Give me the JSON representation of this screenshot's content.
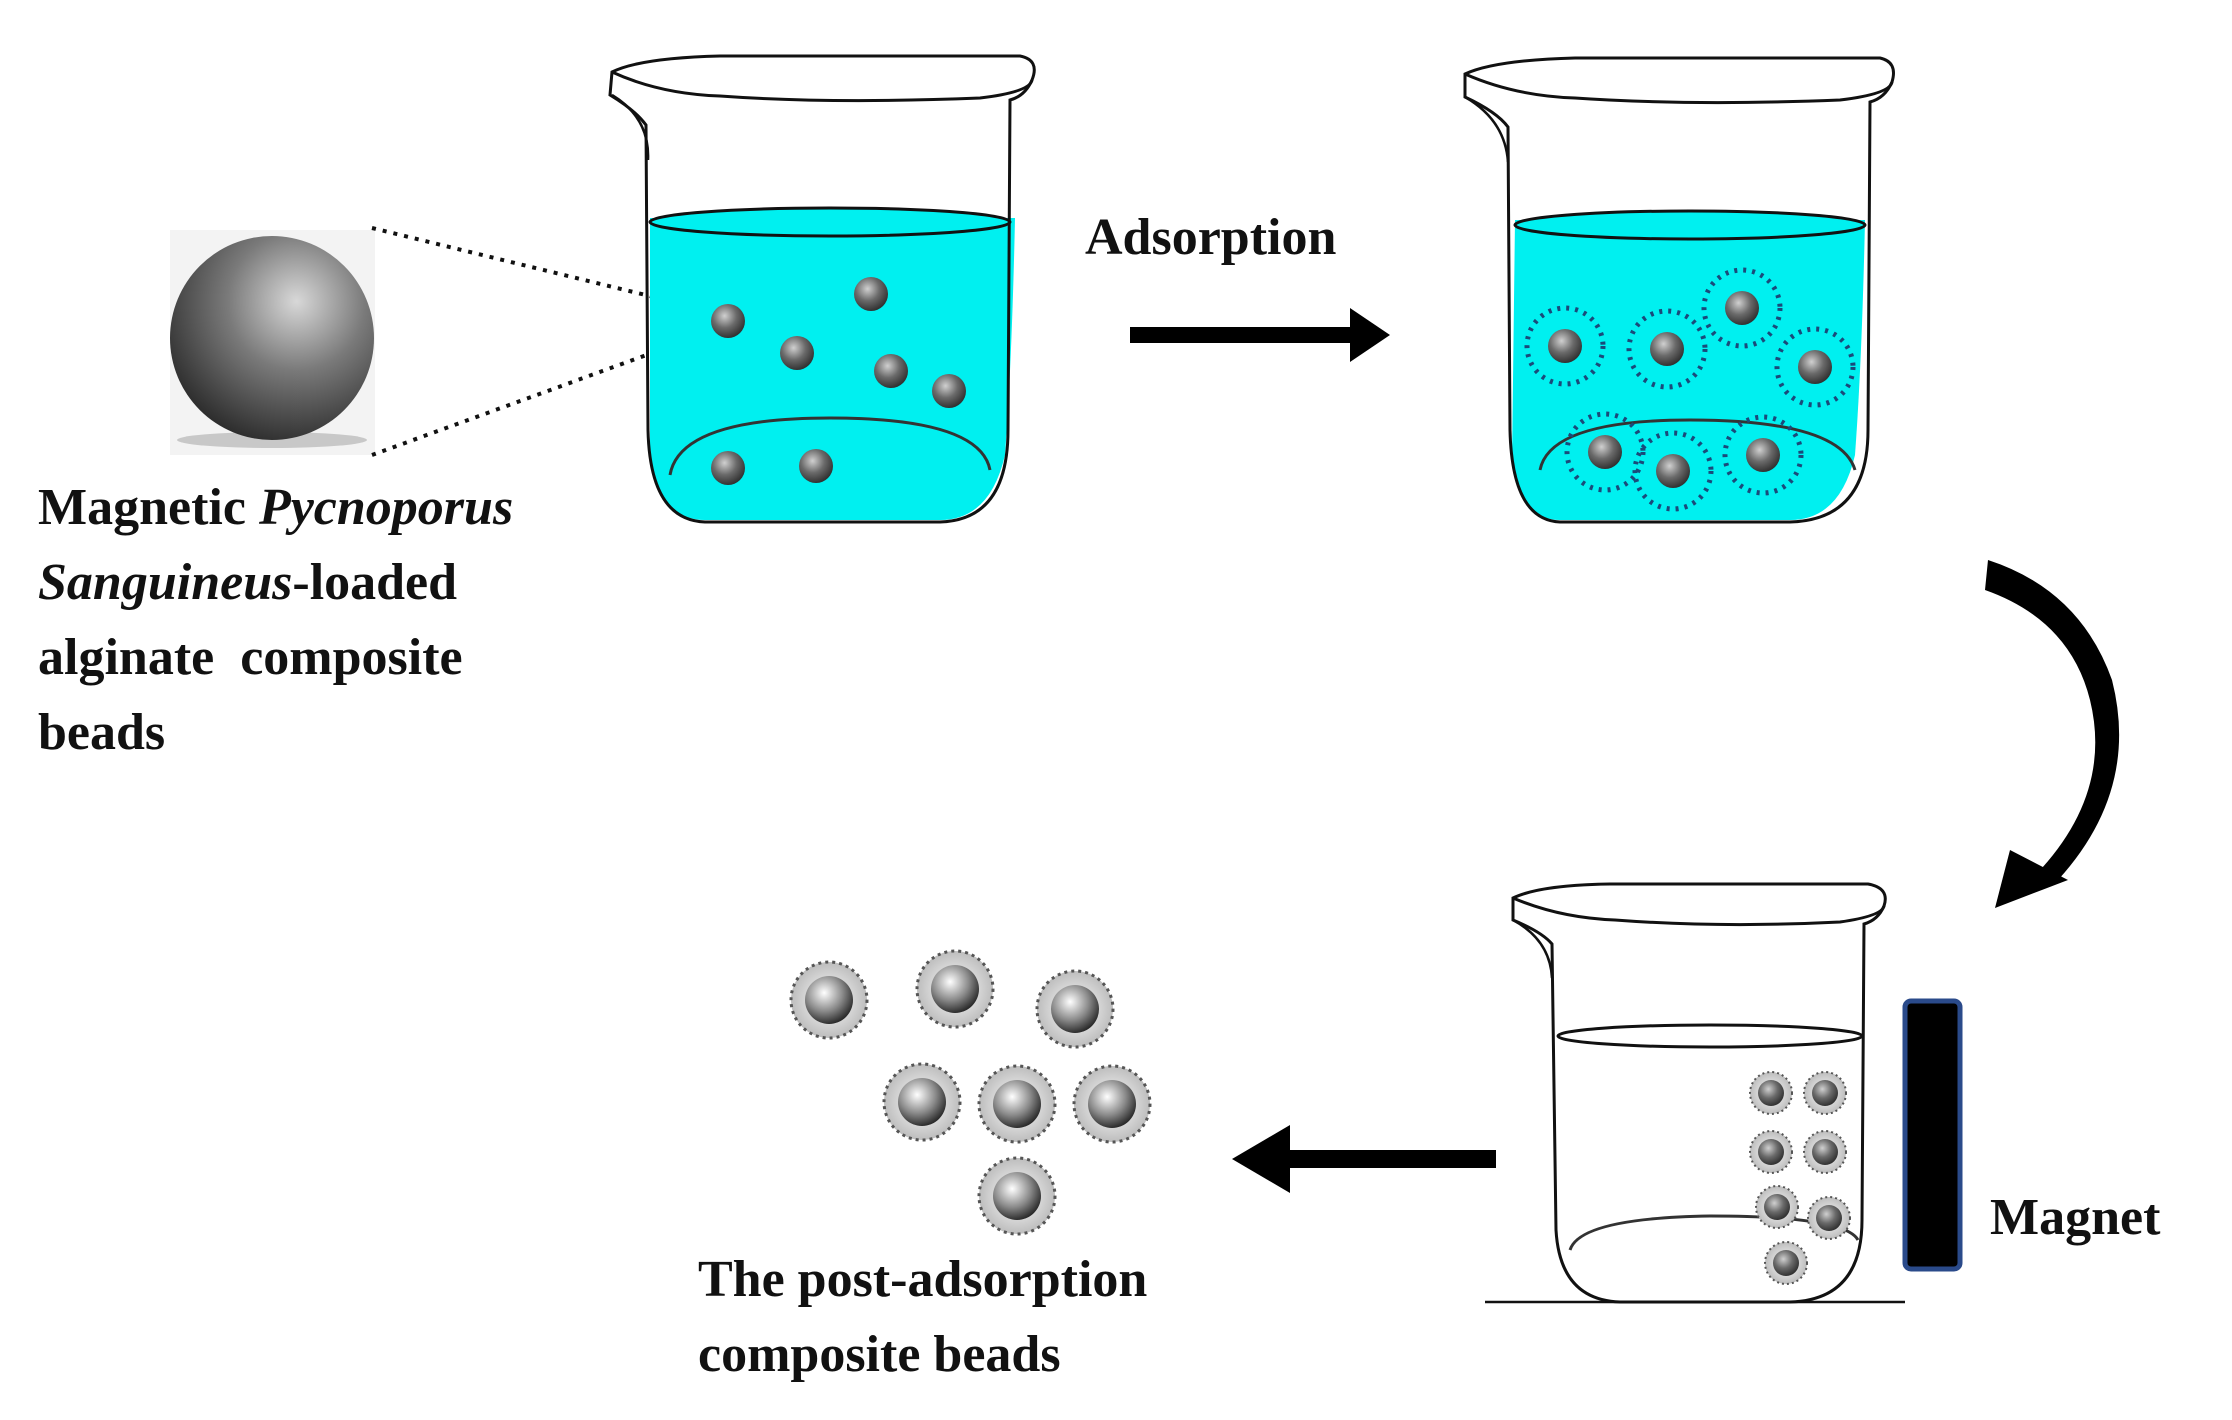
{
  "labels": {
    "bead_line1_plain": "Magnetic ",
    "bead_line1_italic": "Pycnoporus",
    "bead_line2_italic": "Sanguineus",
    "bead_line2_plain": "-loaded",
    "bead_line3": "alginate  composite",
    "bead_line4": "beads",
    "adsorption": "Adsorption",
    "magnet": "Magnet",
    "post_line1": "The post-adsorption",
    "post_line2": "composite beads"
  },
  "colors": {
    "solution": "#00f0f0",
    "bead_dark": "#3a3a3a",
    "bead_light": "#c8c8c8",
    "ink": "#000000",
    "magnet_outline": "#2a4a8a",
    "dotted_ring": "#1a4a7a"
  }
}
